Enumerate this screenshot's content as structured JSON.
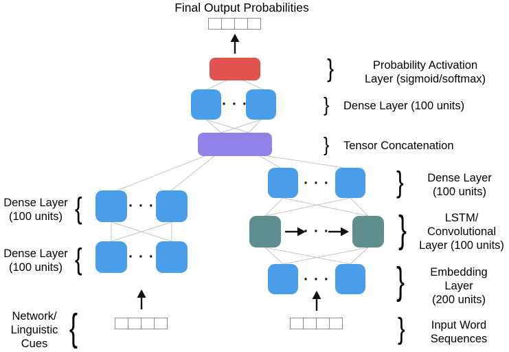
{
  "title": "Final Output Probabilities",
  "glyphs": {
    "ellipsis": "· · ·",
    "brace_left": "{",
    "brace_right": "}"
  },
  "vectors": {
    "cells_per_vector": 4
  },
  "labels": {
    "probability_activation": "Probability Activation\nLayer (sigmoid/softmax)",
    "dense_top": "Dense Layer (100 units)",
    "tensor_concatenation": "Tensor Concatenation",
    "left_dense_upper": "Dense Layer\n(100 units)",
    "left_dense_lower": "Dense Layer\n(100 units)",
    "network_cues": "Network/\nLinguistic\nCues",
    "right_dense": "Dense Layer\n(100 units)",
    "lstm_conv": "LSTM/\nConvolutional\nLayer (100 units)",
    "embedding": "Embedding\nLayer\n(200 units)",
    "input_word": "Input Word\nSequences"
  },
  "colors": {
    "node_blue": "#4A9DE9",
    "node_teal": "#608D90",
    "node_red": "#E0534F",
    "node_purple": "#9182E9",
    "connector": "#C4C4C4",
    "arrow": "#111111"
  }
}
